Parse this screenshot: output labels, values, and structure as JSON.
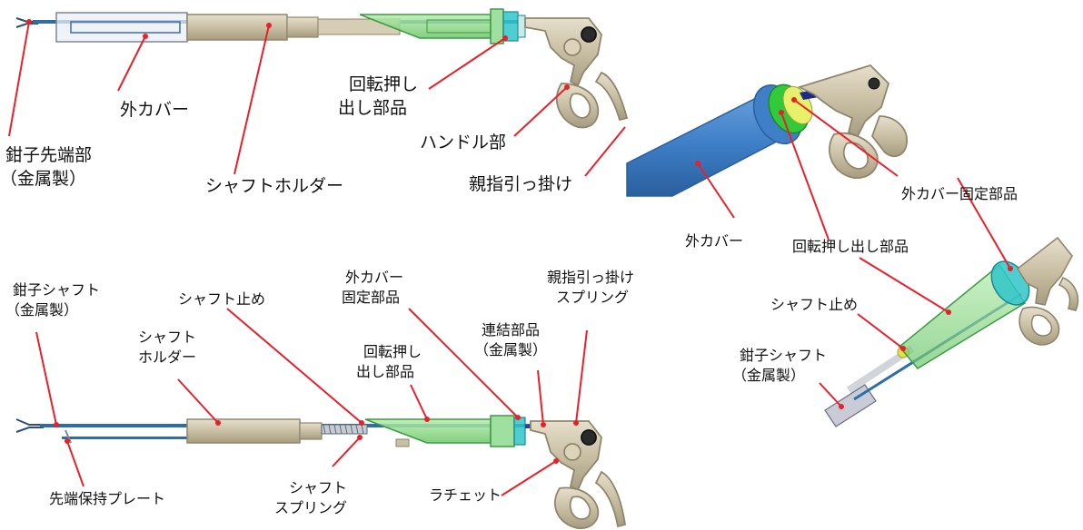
{
  "colors": {
    "leader": "#e8202a",
    "tan": "#cfc6ad",
    "tan_dark": "#8f866d",
    "steel_blue": "#2e6ea8",
    "cover_blue": "#3e7fc7",
    "green": "#7fd07a",
    "cyan": "#2fc6c8",
    "yellow": "#e8e040"
  },
  "labels": {
    "top_outer_cover": "外カバー",
    "top_forceps_tip": "鉗子先端部",
    "top_forceps_tip_metal": "（金属製）",
    "top_shaft_holder": "シャフトホルダー",
    "top_rotation_push_1": "回転押し",
    "top_rotation_push_2": "出し部品",
    "top_handle": "ハンドル部",
    "top_thumb_hook": "親指引っ掛け",
    "right_outer_cover": "外カバー",
    "right_outer_cover_fix": "外カバー固定部品",
    "right_rotation_push": "回転押し出し部品",
    "right_shaft_stop": "シャフト止め",
    "right_forceps_shaft": "鉗子シャフト",
    "right_forceps_shaft_metal": "（金属製）",
    "bottom_forceps_shaft": "鉗子シャフト",
    "bottom_forceps_shaft_metal": "（金属製）",
    "bottom_shaft_stop": "シャフト止め",
    "bottom_shaft_holder_1": "シャフト",
    "bottom_shaft_holder_2": "ホルダー",
    "bottom_outer_cover_fix_1": "外カバー",
    "bottom_outer_cover_fix_2": "固定部品",
    "bottom_thumb_spring_1": "親指引っ掛け",
    "bottom_thumb_spring_2": "スプリング",
    "bottom_rotation_push_1": "回転押し",
    "bottom_rotation_push_2": "出し部品",
    "bottom_connector_1": "連結部品",
    "bottom_connector_2": "（金属製）",
    "bottom_tip_plate": "先端保持プレート",
    "bottom_shaft_spring_1": "シャフト",
    "bottom_shaft_spring_2": "スプリング",
    "bottom_ratchet": "ラチェット"
  }
}
